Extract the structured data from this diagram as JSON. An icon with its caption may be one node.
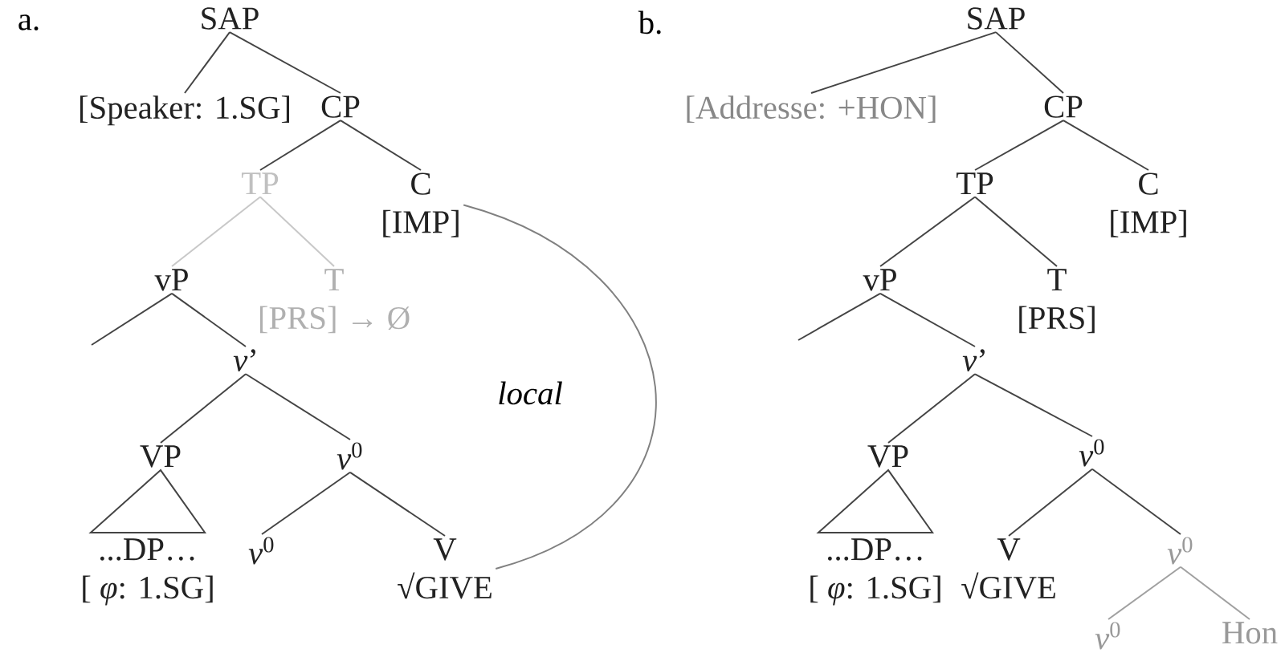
{
  "diagram": {
    "nodes": [
      {
        "text": [
          "SAP"
        ]
      },
      {
        "text": [
          "[Speaker: 1.SG]"
        ]
      },
      {
        "text": [
          "CP"
        ]
      },
      {
        "text": [
          "TP"
        ]
      },
      {
        "text": [
          "C",
          "[IMP]"
        ]
      },
      {
        "text": [
          "vP"
        ]
      },
      {
        "text": [
          "T",
          "[PRS] → Ø"
        ]
      },
      {
        "text": [
          "*v*’"
        ]
      },
      {
        "text": [
          "VP"
        ]
      },
      {
        "text": [
          "*v*$^{0}$"
        ]
      },
      {
        "text": [
          "...DP…",
          "[ *φ*: 1.SG]"
        ]
      },
      {
        "text": [
          "*v*$^{0}$"
        ]
      },
      {
        "text": [
          "V",
          "√GIVE"
        ]
      },
      {
        "text": [
          "SAP"
        ]
      },
      {
        "text": [
          "[Addresse: +HON]"
        ]
      },
      {
        "text": [
          "CP"
        ]
      },
      {
        "text": [
          "TP"
        ]
      },
      {
        "text": [
          "C",
          "[IMP]"
        ]
      },
      {
        "text": [
          "vP"
        ]
      },
      {
        "text": [
          "T",
          "[PRS]"
        ]
      },
      {
        "text": [
          "*v*’"
        ]
      },
      {
        "text": [
          "VP"
        ]
      },
      {
        "text": [
          "*v*$^{0}$"
        ]
      },
      {
        "text": [
          "...DP…",
          "[ *φ*: 1.SG]"
        ]
      },
      {
        "text": [
          "V",
          "√GIVE"
        ]
      },
      {
        "text": [
          "*v*$^{0}$"
        ]
      },
      {
        "text": [
          "*v*$^{0}$"
        ]
      },
      {
        "text": [
          "Hon"
        ]
      }
    ],
    "edges": [
      {
        "from": 0,
        "to": 1,
        "arrow": "none"
      },
      {
        "from": 0,
        "to": 2,
        "arrow": "none"
      },
      {
        "from": 2,
        "to": 3,
        "arrow": "none"
      },
      {
        "from": 2,
        "to": 4,
        "arrow": "none"
      },
      {
        "from": 3,
        "to": 5,
        "arrow": "none",
        "color": "#c8c8c8"
      },
      {
        "from": 3,
        "to": 6,
        "arrow": "none",
        "color": "#c8c8c8"
      },
      {
        "from": 5,
        "to": null,
        "arrow": "none"
      },
      {
        "from": 5,
        "to": 7,
        "arrow": "none"
      },
      {
        "from": 7,
        "to": 8,
        "arrow": "none"
      },
      {
        "from": 7,
        "to": 9,
        "arrow": "none"
      },
      {
        "from": 8,
        "to": 10,
        "arrow": "none"
      },
      {
        "from": 9,
        "to": 11,
        "arrow": "none"
      },
      {
        "from": 9,
        "to": 12,
        "arrow": "none"
      },
      {
        "from": 4,
        "to": 12,
        "arrow": "none",
        "label": "local",
        "color": "#808080"
      },
      {
        "from": 13,
        "to": 14,
        "arrow": "none"
      },
      {
        "from": 13,
        "to": 15,
        "arrow": "none"
      },
      {
        "from": 15,
        "to": 16,
        "arrow": "none"
      },
      {
        "from": 15,
        "to": 17,
        "arrow": "none"
      },
      {
        "from": 16,
        "to": 18,
        "arrow": "none"
      },
      {
        "from": 16,
        "to": 19,
        "arrow": "none"
      },
      {
        "from": 18,
        "to": null,
        "arrow": "none"
      },
      {
        "from": 18,
        "to": 20,
        "arrow": "none"
      },
      {
        "from": 20,
        "to": 21,
        "arrow": "none"
      },
      {
        "from": 20,
        "to": 22,
        "arrow": "none"
      },
      {
        "from": 21,
        "to": 23,
        "arrow": "none"
      },
      {
        "from": 22,
        "to": 24,
        "arrow": "none"
      },
      {
        "from": 22,
        "to": 25,
        "arrow": "none"
      },
      {
        "from": 25,
        "to": 26,
        "arrow": "none",
        "color": "#a0a0a0"
      },
      {
        "from": 25,
        "to": 27,
        "arrow": "none",
        "color": "#a0a0a0"
      }
    ],
    "labels": [
      "a.",
      "b."
    ]
  }
}
